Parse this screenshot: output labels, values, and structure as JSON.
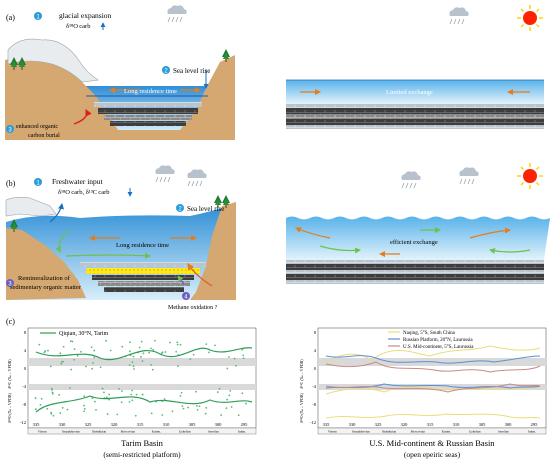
{
  "panel_a": {
    "label": "(a)",
    "step1": {
      "num": "1",
      "title": "glacial expansion",
      "subtitle": "δ¹⁸O carb"
    },
    "step2": {
      "num": "2",
      "text": "Sea level rise"
    },
    "step3": {
      "num": "3",
      "line1": "enhanced organic",
      "line2": "carbon burial"
    },
    "left_water_label": "Long residence time",
    "right_water_label": "Limited exchange"
  },
  "panel_b": {
    "label": "(b)",
    "step1": {
      "num": "1",
      "title": "Freshwater input",
      "subtitle": "δ¹⁸O carb, δ¹³C carb"
    },
    "step2": {
      "num": "2",
      "text": "Sea level rise"
    },
    "step3": {
      "num": "3",
      "line1": "Remineralization of",
      "line2": "sedimentary organic matter"
    },
    "step4": {
      "num": "4",
      "text": "Methane oxidation ?"
    },
    "left_water_label": "Long residence time",
    "right_water_label": "efficient exchange"
  },
  "panel_c": {
    "label": "(c)",
    "left": {
      "legend": "Qiqian, 30°N, Tarim",
      "ylabel_top": "δ¹³C (‰ – VPDB)",
      "ylabel_bottom": "δ¹⁸O (‰ – VPDB)",
      "yticks": [
        "8",
        "4",
        "0",
        "-4",
        "-8",
        "-12"
      ],
      "xticks": [
        "335",
        "330",
        "325",
        "320",
        "315",
        "310",
        "305",
        "300",
        "295"
      ],
      "stages": [
        "Visean",
        "Serpukhovian",
        "Bashkirian",
        "Moscovian",
        "Kasim.",
        "Gzhelian",
        "Asselian",
        "Sakm."
      ],
      "title": "Tarim Basin",
      "subtitle": "(semi-restricted platform)"
    },
    "right": {
      "legend": [
        {
          "label": "Naqing, 5°S, South China",
          "color": "#e8de7a"
        },
        {
          "label": "Russian Platform, 20°N,  Laurussia",
          "color": "#5c8fd6"
        },
        {
          "label": "U.S. Mid-continent, 5°S,  Laurussia",
          "color": "#c98a8a"
        }
      ],
      "ylabel_top": "δ¹³C (‰ – VPDB)",
      "ylabel_bottom": "δ¹⁸O (‰ – VPDB)",
      "yticks": [
        "8",
        "4",
        "0",
        "-4",
        "-8",
        "-12"
      ],
      "xticks": [
        "335",
        "330",
        "325",
        "320",
        "315",
        "310",
        "305",
        "300",
        "295"
      ],
      "stages": [
        "Visean",
        "Serpukhovian",
        "Bashkirian",
        "Moscovian",
        "Kasim.",
        "Gzhelian",
        "Asselian",
        "Sakm."
      ],
      "title": "U.S. Mid-continent & Russian Basin",
      "subtitle": "(open epeiric seas)"
    }
  },
  "colors": {
    "water_top": "#2f8fd6",
    "water_bottom": "#cfe8f7",
    "land": "#d4a870",
    "sun": "#ff2200",
    "sun_ray": "#ffd400",
    "tarim_green": "#2e9e55"
  }
}
